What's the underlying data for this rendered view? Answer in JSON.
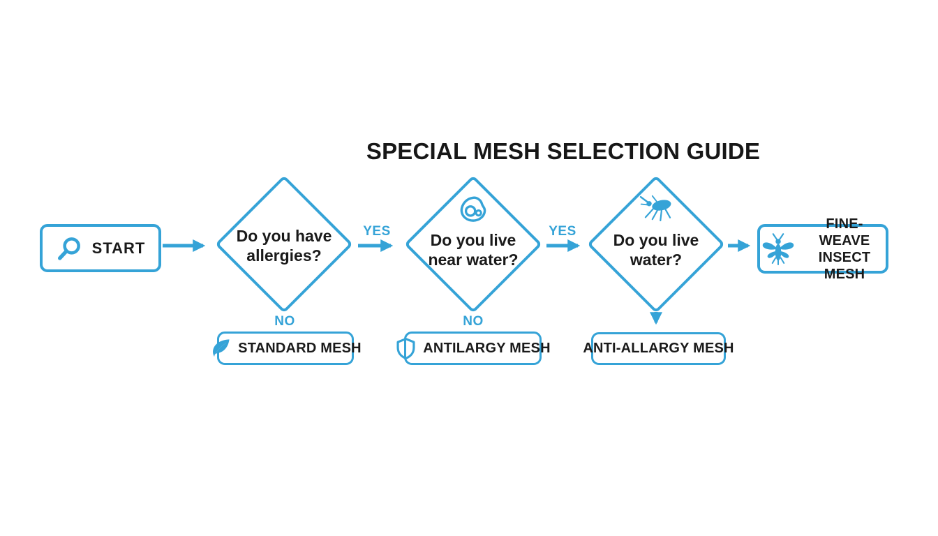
{
  "palette": {
    "accent": "#35A3D7",
    "text": "#1A1A1A",
    "background": "#FFFFFF"
  },
  "title": "SPECIAL MESH SELECTION GUIDE",
  "flow": {
    "start": {
      "label": "START",
      "icon": "magnifier-icon"
    },
    "decisions": [
      {
        "line1": "Do you have",
        "line2": "allergies?",
        "yes": "YES",
        "no": "NO"
      },
      {
        "line1": "Do you live",
        "line2": "near water?",
        "icon": "allergen-icon",
        "yes": "YES",
        "no": "NO"
      },
      {
        "line1": "Do you live",
        "line2": "water?",
        "icon": "mosquito-icon"
      }
    ],
    "outcomes": {
      "standard": {
        "label": "STANDARD MESH",
        "icon": "leaf-icon"
      },
      "antilargy": {
        "label": "ANTILARGY MESH",
        "icon": "shield-icon"
      },
      "anti_allargy": {
        "label": "ANTI-ALLARGY MESH"
      },
      "fine_weave": {
        "line1": "FINE-WEAVE",
        "line2": "INSECT MESH",
        "icon": "insect-icon"
      }
    }
  }
}
